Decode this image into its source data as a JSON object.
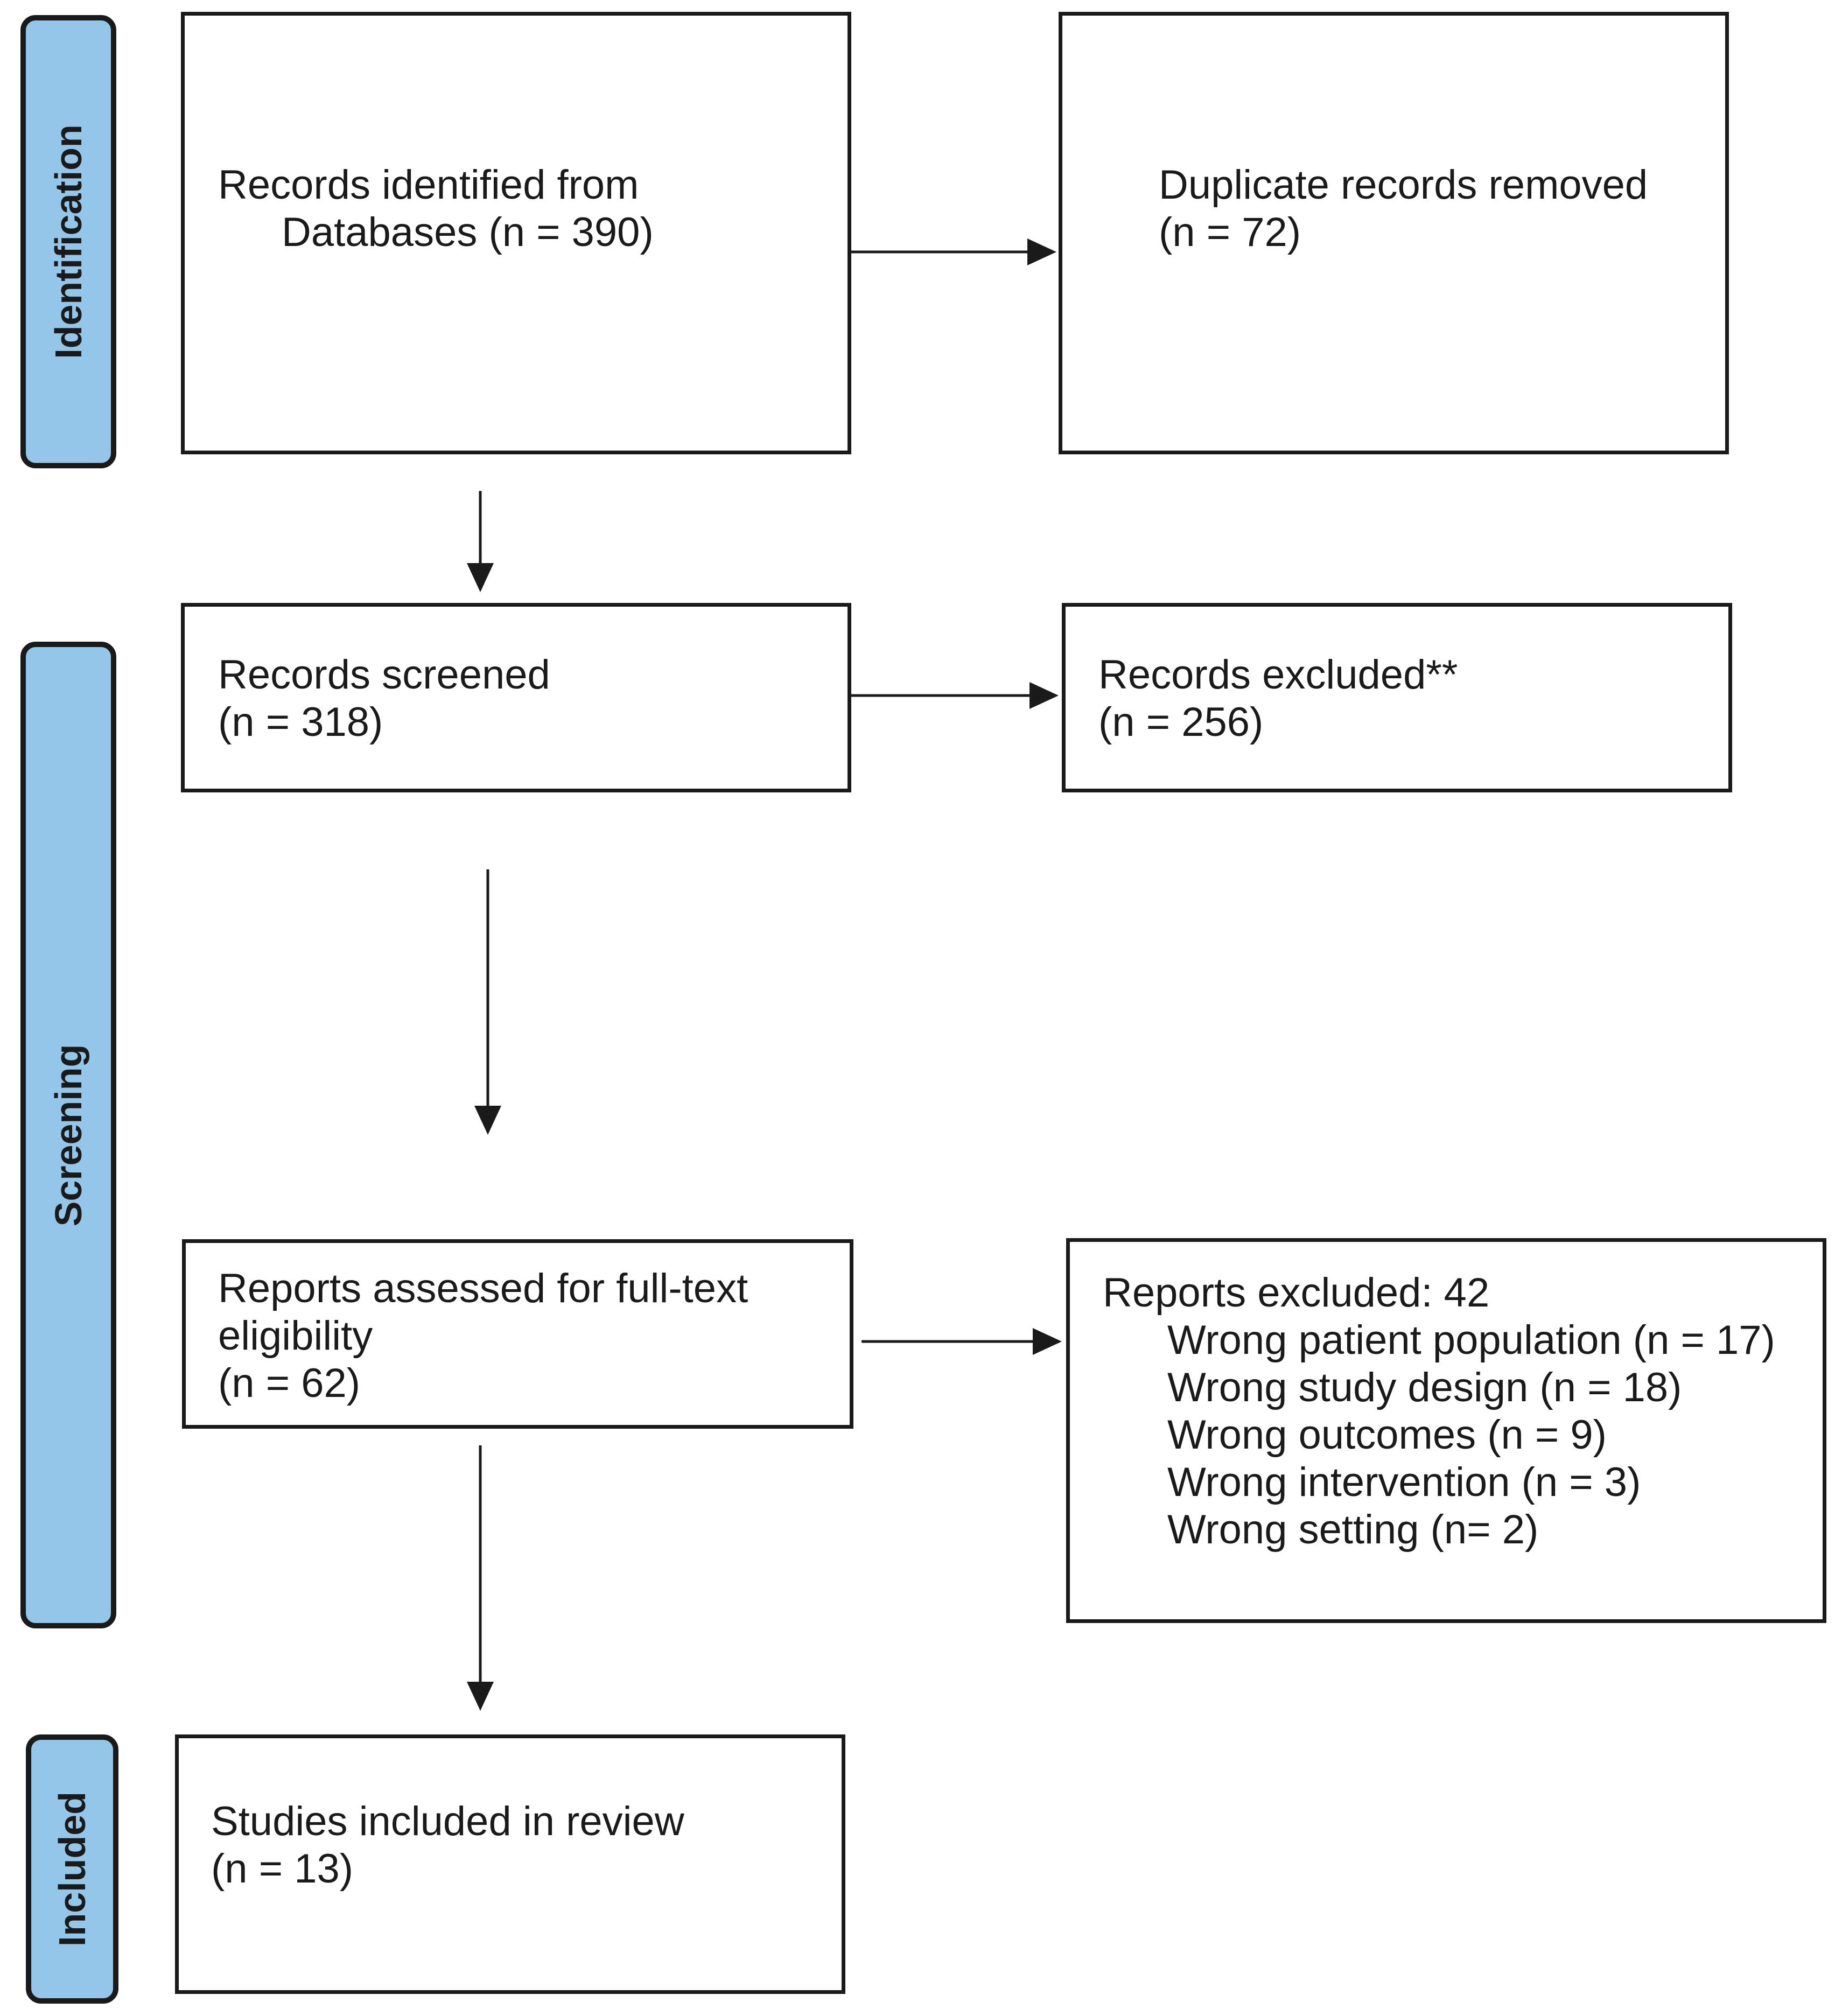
{
  "colors": {
    "phase_fill": "#93c6e8",
    "stroke": "#1a1a1a",
    "background": "#ffffff"
  },
  "phases": {
    "identification": "Identification",
    "screening": "Screening",
    "included": "Included"
  },
  "boxes": {
    "records_identified": {
      "line1": "Records identified from",
      "line2": "Databases (n = 390)"
    },
    "duplicates_removed": {
      "line1": "Duplicate records removed",
      "line2": "(n = 72)"
    },
    "records_screened": {
      "line1": "Records screened",
      "line2": "(n = 318)"
    },
    "records_excluded": {
      "line1": "Records excluded**",
      "line2": "(n = 256)"
    },
    "reports_assessed": {
      "line1": "Reports assessed for full-text",
      "line2": "eligibility",
      "line3": "(n = 62)"
    },
    "reports_excluded": {
      "title": "Reports excluded: 42",
      "reasons": [
        "Wrong patient population (n = 17)",
        "Wrong study design (n = 18)",
        "Wrong outcomes (n = 9)",
        "Wrong intervention (n = 3)",
        "Wrong setting (n= 2)"
      ]
    },
    "studies_included": {
      "line1": "Studies included in review",
      "line2": "(n = 13)"
    }
  }
}
